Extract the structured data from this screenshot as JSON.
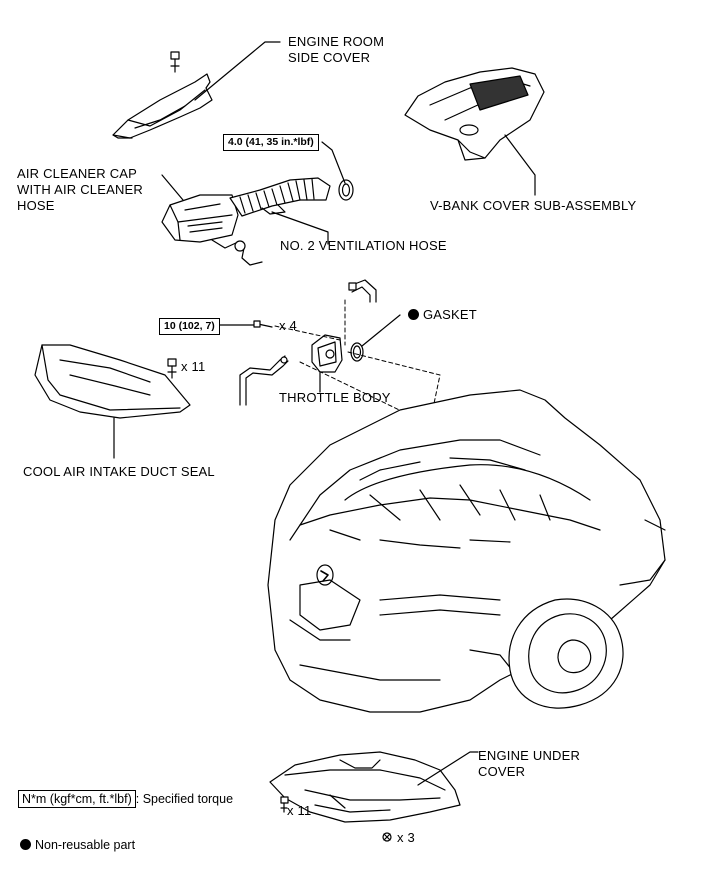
{
  "labels": {
    "engine_room_side_cover": "ENGINE ROOM\nSIDE COVER",
    "air_cleaner_cap": "AIR CLEANER CAP\nWITH AIR CLEANER\nHOSE",
    "vbank_cover": "V-BANK COVER SUB-ASSEMBLY",
    "no2_ventilation_hose": "NO. 2 VENTILATION HOSE",
    "gasket": "GASKET",
    "throttle_body": "THROTTLE BODY",
    "cool_air_intake_duct_seal": "COOL AIR INTAKE DUCT SEAL",
    "engine_under_cover": "ENGINE UNDER\nCOVER"
  },
  "torques": {
    "air_cleaner_clamp": "4.0 (41, 35 in.*lbf)",
    "throttle_bolts": "10 (102, 7)"
  },
  "quantities": {
    "throttle_bolts": "x 4",
    "duct_seal_clips": "x 11",
    "under_cover_clips": "x 11",
    "under_cover_bolts": "x 3"
  },
  "legend": {
    "torque_units": "N*m (kgf*cm, ft.*lbf)",
    "torque_desc": ": Specified torque",
    "non_reusable": "Non-reusable part"
  },
  "icons": [
    "non-reusable-dot-icon",
    "bolt-icon",
    "clip-icon",
    "lexus-emblem-icon"
  ]
}
